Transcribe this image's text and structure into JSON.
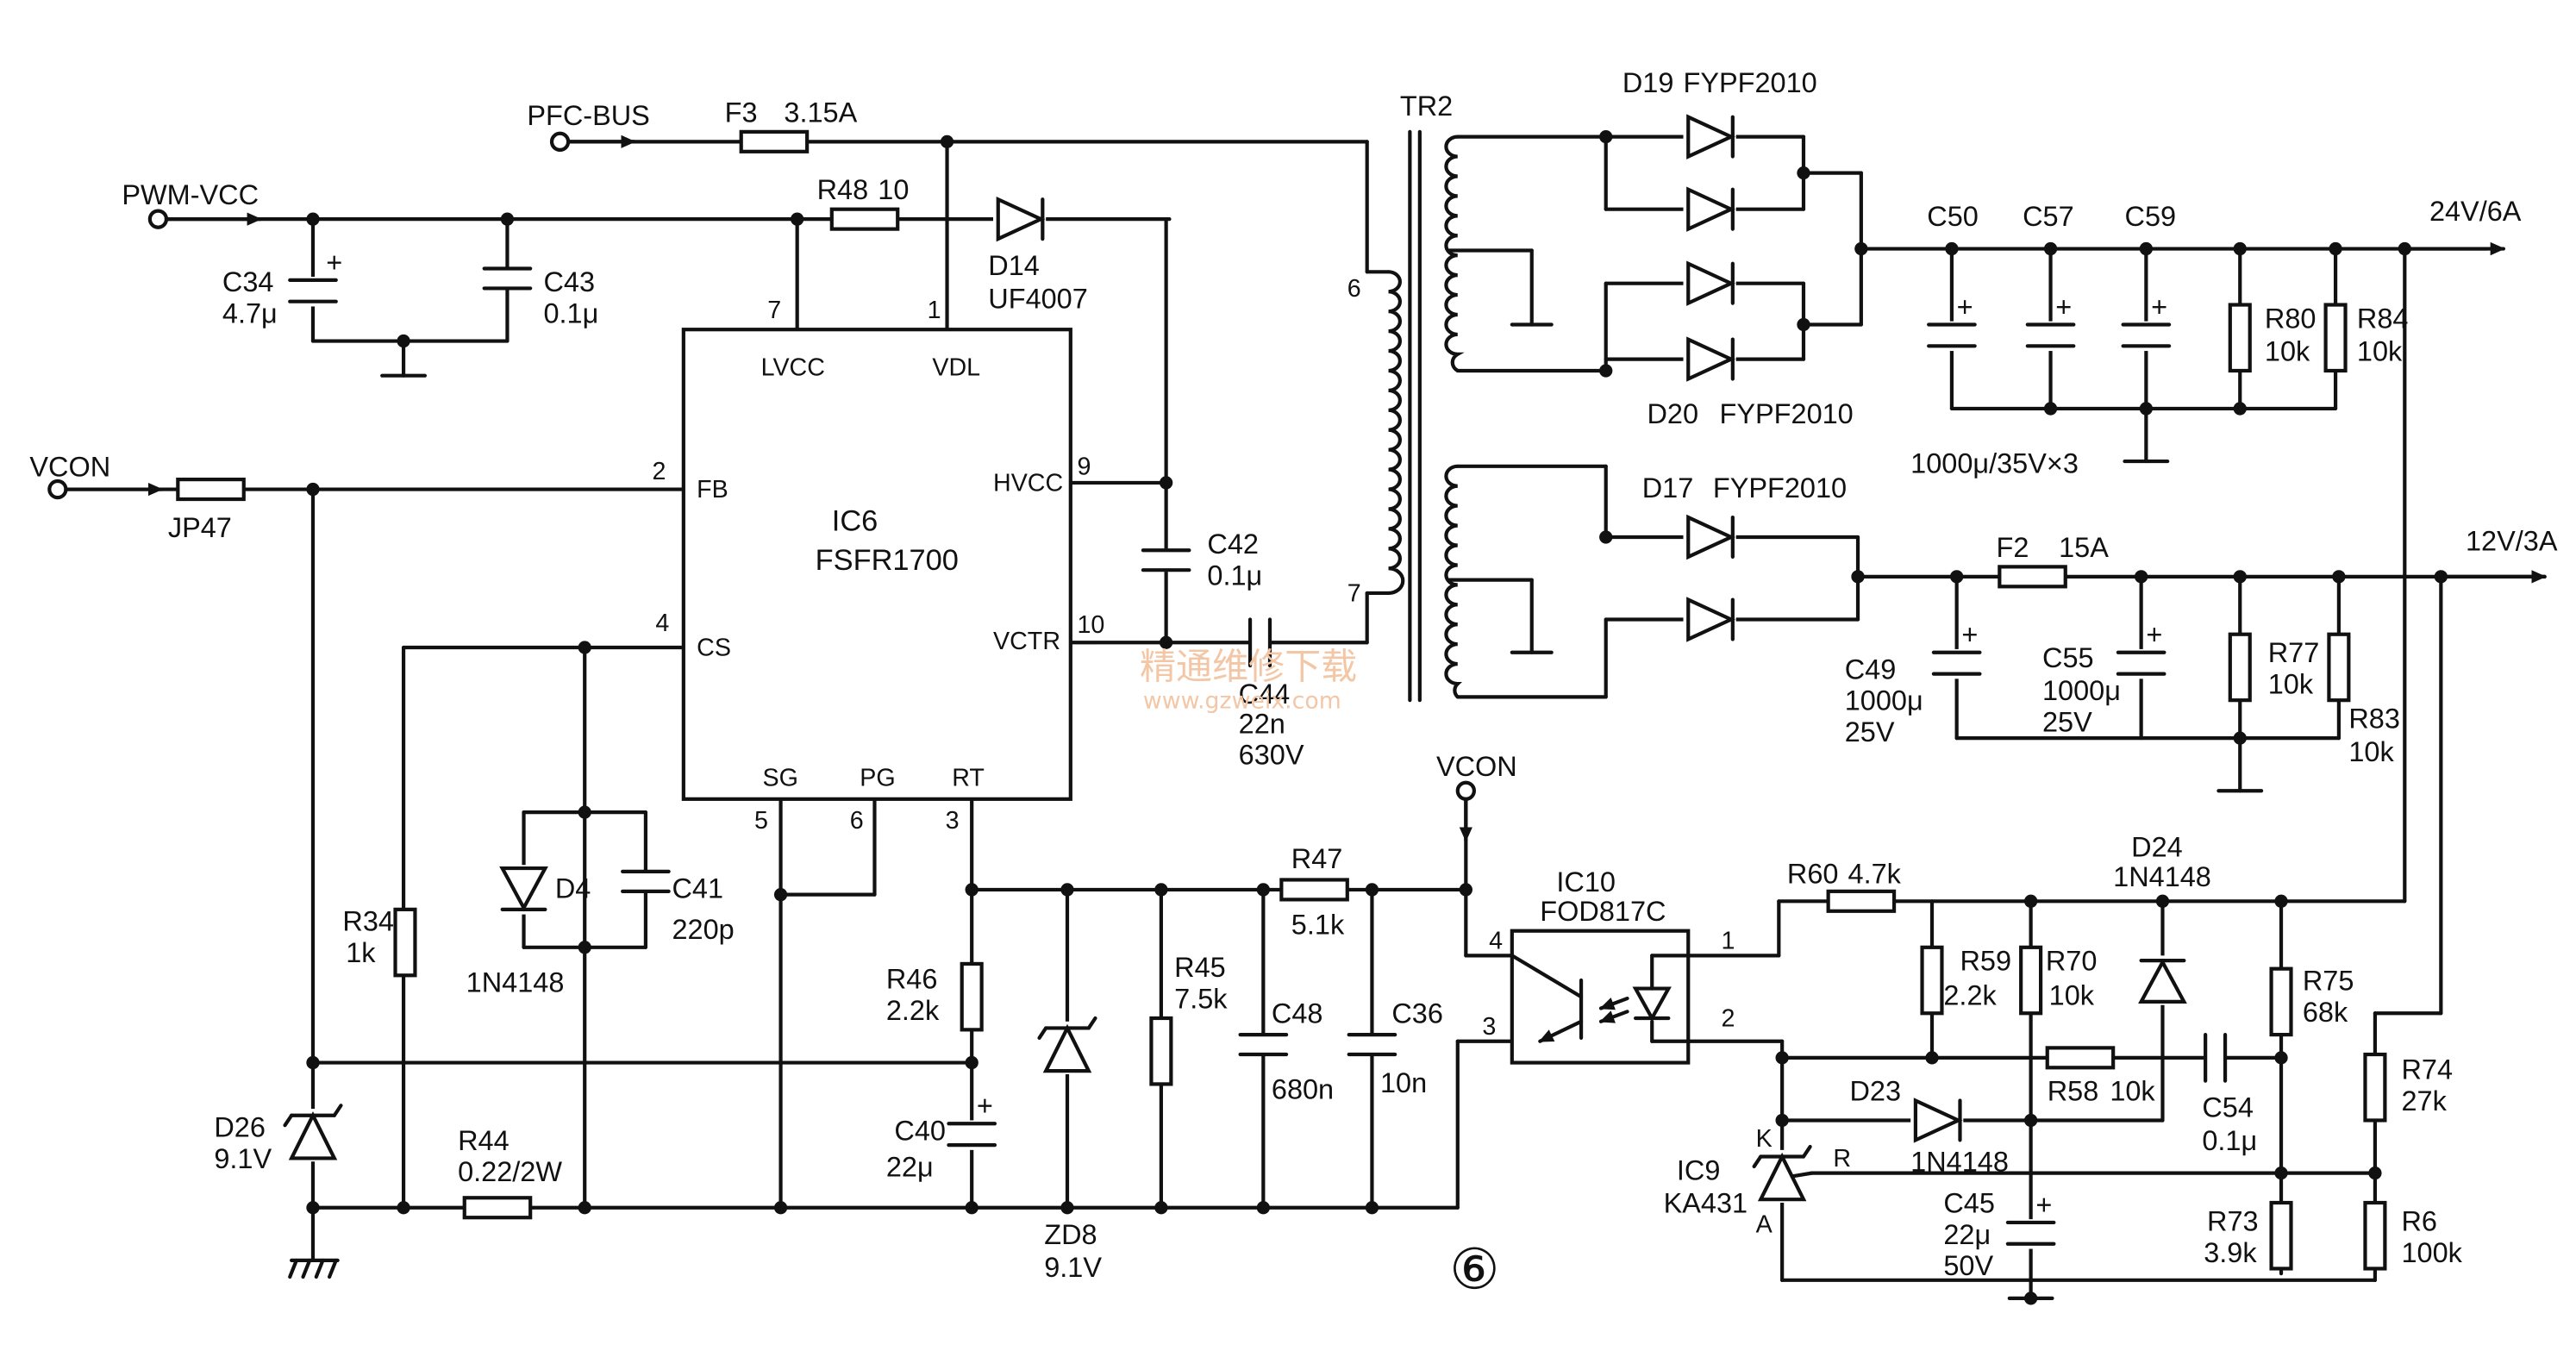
{
  "nets": {
    "pfc_bus": "PFC-BUS",
    "pwm_vcc": "PWM-VCC",
    "vcon": "VCON",
    "vcon2": "VCON",
    "out24": "24V/6A",
    "out12": "12V/3A"
  },
  "ic6": {
    "ref": "IC6",
    "part": "FSFR1700",
    "pins": {
      "lvcc": "LVCC",
      "vdl": "VDL",
      "fb": "FB",
      "cs": "CS",
      "hvcc": "HVCC",
      "vctr": "VCTR",
      "sg": "SG",
      "pg": "PG",
      "rt": "RT",
      "n7": "7",
      "n1": "1",
      "n2": "2",
      "n4": "4",
      "n9": "9",
      "n10": "10",
      "n5": "5",
      "n6": "6",
      "n3": "3"
    }
  },
  "ic10": {
    "ref": "IC10",
    "part": "FOD817C",
    "p4": "4",
    "p1": "1",
    "p3": "3",
    "p2": "2"
  },
  "ic9": {
    "ref": "IC9",
    "part": "KA431",
    "k": "K",
    "a": "A",
    "r": "R"
  },
  "tr2": {
    "ref": "TR2",
    "p6": "6",
    "p7": "7"
  },
  "components": {
    "f3": "F3",
    "f3v": "3.15A",
    "r48": "R48",
    "r48v": "10",
    "d14": "D14",
    "d14v": "UF4007",
    "c34": "C34",
    "c34v": "4.7μ",
    "c43": "C43",
    "c43v": "0.1μ",
    "jp47": "JP47",
    "c42": "C42",
    "c42v": "0.1μ",
    "c44": "C44",
    "c44v": "22n",
    "c44v2": "630V",
    "r34": "R34",
    "r34v": "1k",
    "d4": "D4",
    "d4v": "1N4148",
    "c41": "C41",
    "c41v": "220p",
    "d26": "D26",
    "d26v": "9.1V",
    "r44": "R44",
    "r44v": "0.22/2W",
    "r46": "R46",
    "r46v": "2.2k",
    "c40": "C40",
    "c40v": "22μ",
    "zd8": "ZD8",
    "zd8v": "9.1V",
    "r45": "R45",
    "r45v": "7.5k",
    "r47": "R47",
    "r47v": "5.1k",
    "c48": "C48",
    "c48v": "680n",
    "c36": "C36",
    "c36v": "10n",
    "d19": "D19",
    "d19v": "FYPF2010",
    "d20": "D20",
    "d20v": "FYPF2010",
    "d17": "D17",
    "d17v": "FYPF2010",
    "c50": "C50",
    "c57": "C57",
    "c59": "C59",
    "bank": "1000μ/35V×3",
    "r80": "R80",
    "r80v": "10k",
    "r84": "R84",
    "r84v": "10k",
    "f2": "F2",
    "f2v": "15A",
    "c49": "C49",
    "c49v": "1000μ",
    "c49v2": "25V",
    "c55": "C55",
    "c55v": "1000μ",
    "c55v2": "25V",
    "r77": "R77",
    "r77v": "10k",
    "r83": "R83",
    "r83v": "10k",
    "r60": "R60",
    "r60v": "4.7k",
    "d24": "D24",
    "d24v": "1N4148",
    "r59": "R59",
    "r59v": "2.2k",
    "r70": "R70",
    "r70v": "10k",
    "r75": "R75",
    "r75v": "68k",
    "r58": "R58",
    "r58v": "10k",
    "c54": "C54",
    "c54v": "0.1μ",
    "d23": "D23",
    "d23v": "1N4148",
    "r74": "R74",
    "r74v": "27k",
    "c45": "C45",
    "c45v": "22μ",
    "c45v2": "50V",
    "r73": "R73",
    "r73v": "3.9k",
    "r6": "R6",
    "r6v": "100k"
  },
  "figure_marker": "⑥",
  "watermark": {
    "cn": "精通维修下载",
    "url": "www.gzweix.com"
  }
}
